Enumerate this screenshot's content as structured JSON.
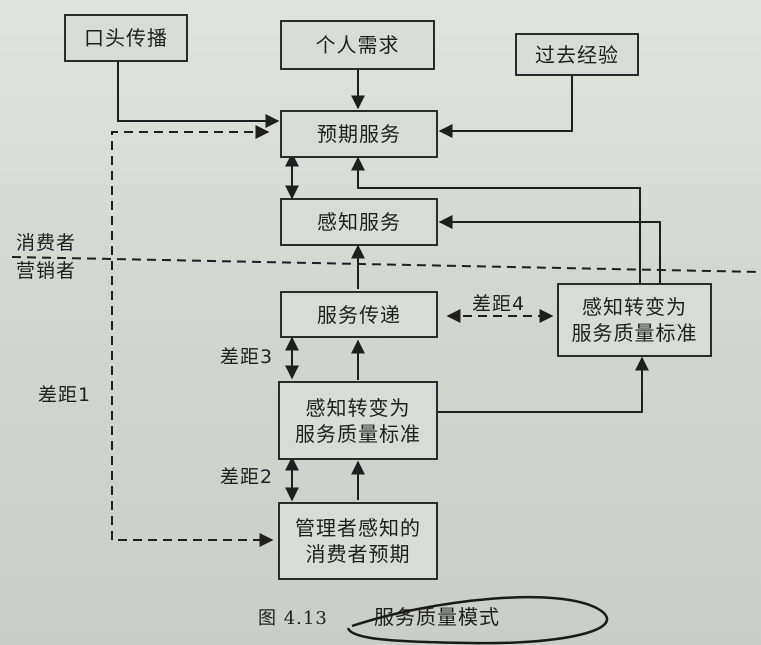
{
  "boxes": {
    "word_of_mouth": "口头传播",
    "personal_needs": "个人需求",
    "past_experience": "过去经验",
    "expected_service": "预期服务",
    "perceived_service": "感知服务",
    "service_delivery": "服务传递",
    "standards_right": "感知转变为\n服务质量标准",
    "standards_center": "感知转变为\n服务质量标准",
    "management_perception": "管理者感知的\n消费者预期"
  },
  "labels": {
    "consumer": "消费者",
    "marketer": "营销者",
    "gap1": "差距1",
    "gap2": "差距2",
    "gap3": "差距3",
    "gap4": "差距4"
  },
  "caption": {
    "figure_number": "图 4.13",
    "title": "服务质量模式"
  }
}
